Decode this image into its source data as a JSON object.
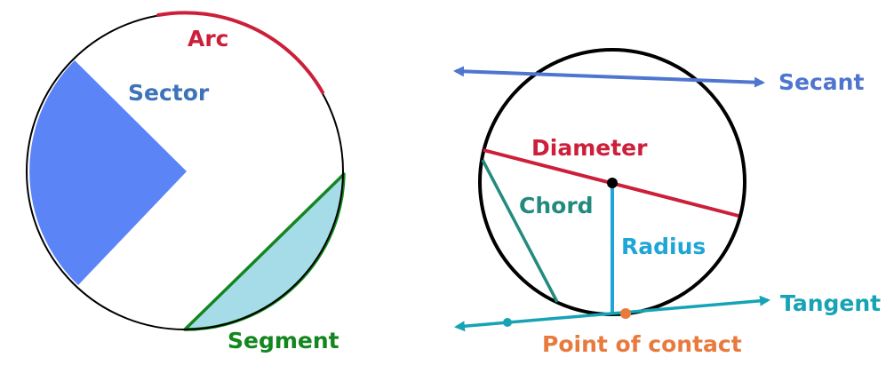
{
  "left_diagram": {
    "labels": {
      "arc": "Arc",
      "sector": "Sector",
      "segment": "Segment"
    },
    "colors": {
      "arc": "#cc1f3a",
      "sector_fill": "#5b84f7",
      "sector_text": "#3d74b8",
      "segment_fill": "#a6dbe8",
      "segment_stroke": "#13861f",
      "segment_text": "#13861f",
      "circle": "#000000"
    }
  },
  "right_diagram": {
    "labels": {
      "secant": "Secant",
      "diameter": "Diameter",
      "chord": "Chord",
      "radius": "Radius",
      "tangent": "Tangent",
      "point_of_contact": "Point of contact"
    },
    "colors": {
      "secant": "#4f76cf",
      "diameter": "#cc1f3a",
      "chord": "#238a7e",
      "radius": "#1fa6d6",
      "tangent": "#16a3b5",
      "point_of_contact": "#e87a3e",
      "circle": "#000000"
    }
  }
}
